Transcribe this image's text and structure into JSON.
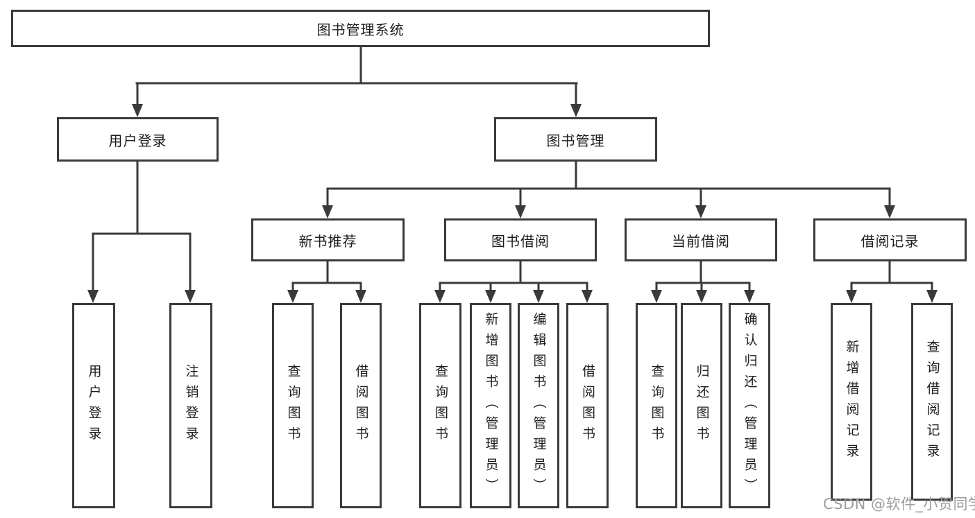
{
  "tree": {
    "label": "图书管理系统",
    "children": [
      {
        "label": "用户登录",
        "children": [
          {
            "label": "用户登录"
          },
          {
            "label": "注销登录"
          }
        ]
      },
      {
        "label": "图书管理",
        "children": [
          {
            "label": "新书推荐",
            "children": [
              {
                "label": "查询图书"
              },
              {
                "label": "借阅图书"
              }
            ]
          },
          {
            "label": "图书借阅",
            "children": [
              {
                "label": "查询图书"
              },
              {
                "label": "新增图书（管理员）"
              },
              {
                "label": "编辑图书（管理员）"
              },
              {
                "label": "借阅图书"
              }
            ]
          },
          {
            "label": "当前借阅",
            "children": [
              {
                "label": "查询图书"
              },
              {
                "label": "归还图书"
              },
              {
                "label": "确认归还（管理员）"
              }
            ]
          },
          {
            "label": "借阅记录",
            "children": [
              {
                "label": "新增借阅记录"
              },
              {
                "label": "查询借阅记录"
              }
            ]
          }
        ]
      }
    ]
  },
  "watermark": {
    "text": "CSDN @软件_小贺同学"
  },
  "colors": {
    "line": "#3a3a3a",
    "box_border": "#3a3a3a",
    "text": "#1d1d1d",
    "watermark": "#9c9c9c",
    "background": "#ffffff"
  }
}
